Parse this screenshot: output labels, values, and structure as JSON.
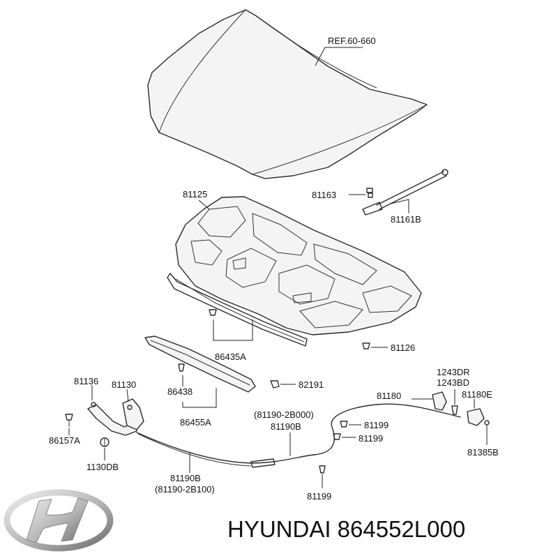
{
  "diagram": {
    "labels": {
      "ref": "REF.60-660",
      "p81125": "81125",
      "p81163": "81163",
      "p81161B": "81161B",
      "p81126": "81126",
      "p86435A": "86435A",
      "p86438": "86438",
      "p86455A": "86455A",
      "p82191": "82191",
      "p81136": "81136",
      "p81130": "81130",
      "p86157A": "86157A",
      "p1130DB": "1130DB",
      "p81190B_a": "81190B",
      "p81190_2B100": "(81190-2B100)",
      "p81190_2B000": "(81190-2B000)",
      "p81190B_b": "81190B",
      "p81199_a": "81199",
      "p81199_b": "81199",
      "p81199_c": "81199",
      "p81180": "81180",
      "p1243DR": "1243DR",
      "p1243BD": "1243BD",
      "p81180E": "81180E",
      "p81385B": "81385B"
    },
    "colors": {
      "line": "#2a2a2a",
      "text": "#111111",
      "logo_light": "#e2e2e2",
      "logo_dark": "#7a7a7a"
    }
  },
  "brand": {
    "title": "HYUNDAI 864552L000",
    "logo_icon": "hyundai-logo"
  }
}
